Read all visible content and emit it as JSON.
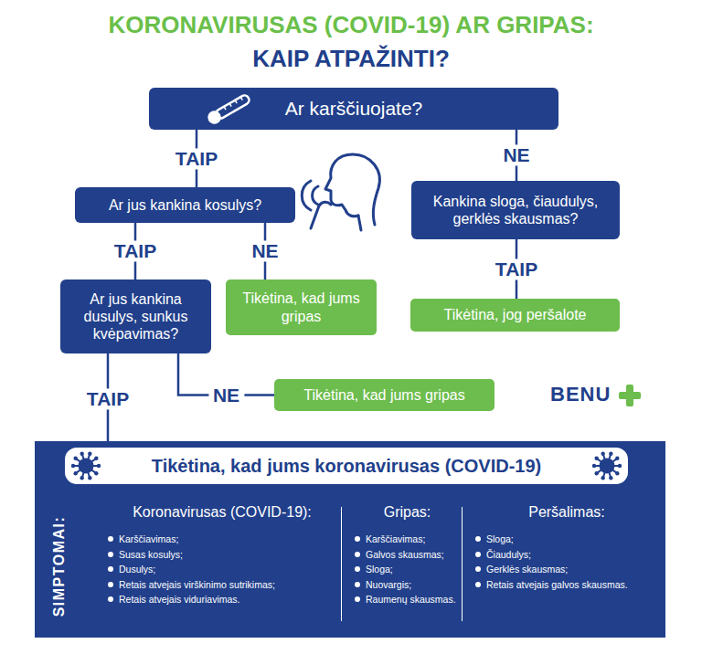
{
  "diagram": {
    "title": "KORONAVIRUSAS (COVID-19) AR GRIPAS:",
    "nodes": [
      {
        "text": [
          "Ar karščiuojate?"
        ]
      },
      {
        "text": [
          "Ar jus kankina kosulys?"
        ]
      },
      {
        "text": [
          "Kankina sloga, čiaudulys, gerklės skausmas?"
        ]
      },
      {
        "text": [
          "Ar jus kankina dusulys, sunkus kvėpavimas?"
        ]
      },
      {
        "text": [
          "Tikėtina, kad jums gripas"
        ]
      },
      {
        "text": [
          "Tikėtina, jog peršalote"
        ]
      },
      {
        "text": [
          "Tikėtina, kad jums gripas"
        ]
      },
      {
        "text": [
          "SIMPTOMAI:",
          "Koronavirusas (COVID-19):",
          "Karščiavimas;",
          "Susas kosulys;",
          "Dusulys;",
          "Retais atvejais virškinimo sutrikimas;",
          "Retais atvejais viduriavimas.",
          "Gripas:",
          "Karščiavimas;",
          "Galvos skausmas;",
          "Sloga;",
          "Nuovargis;",
          "Raumenų skausmas.",
          "Peršalimas:",
          "Sloga;",
          "Čiaudulys;",
          "Gerklės skausmas;",
          "Retais atvejais galvos skausmas."
        ]
      },
      {
        "text": [
          "Tikėtina, kad jums koronavirusas (COVID-19)"
        ],
        "in": 7
      }
    ],
    "edges": [
      {
        "from": 0,
        "to": 1,
        "label": "TAIP",
        "arrow": "none"
      },
      {
        "from": 0,
        "to": 2,
        "label": "NE",
        "arrow": "none"
      },
      {
        "from": 1,
        "to": 3,
        "label": "TAIP",
        "arrow": "none"
      },
      {
        "from": 1,
        "to": 4,
        "label": "NE",
        "arrow": "none"
      },
      {
        "from": 2,
        "to": 5,
        "label": "TAIP",
        "arrow": "none"
      },
      {
        "from": 3,
        "to": 8,
        "label": "TAIP",
        "arrow": "none"
      },
      {
        "from": 3,
        "to": 6,
        "label": "NE",
        "arrow": "none"
      }
    ],
    "labels": [
      "KAIP ATPAŽINTI?",
      "BENU"
    ]
  }
}
